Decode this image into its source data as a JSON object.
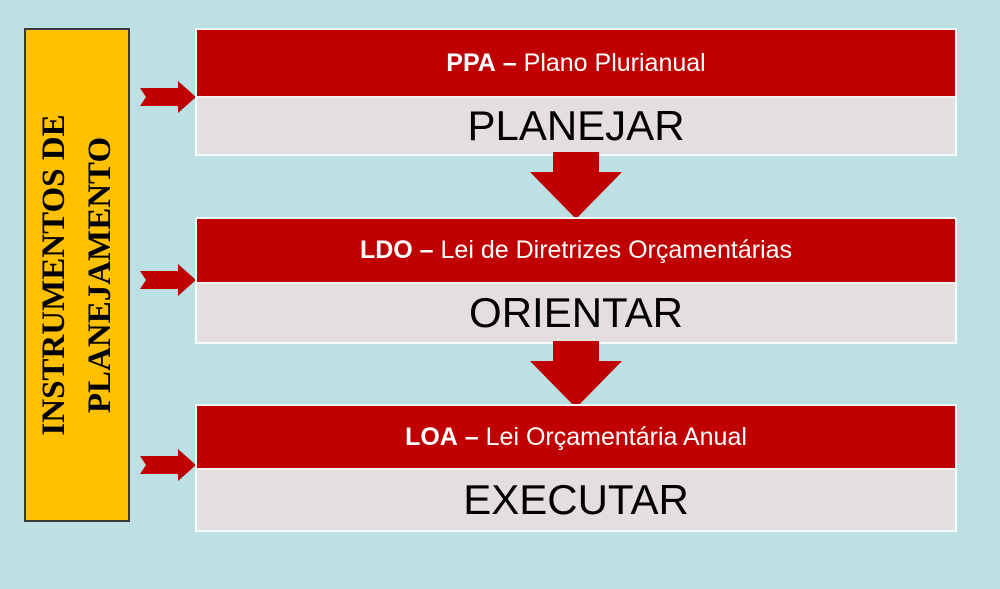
{
  "sidebar": {
    "line1": "INSTRUMENTOS DE",
    "line2": "PLANEJAMENTO"
  },
  "boxes": [
    {
      "abbr": "PPA",
      "separator": " – ",
      "title": "Plano Plurianual",
      "action": "PLANEJAR"
    },
    {
      "abbr": "LDO",
      "separator": " – ",
      "title": "Lei de Diretrizes Orçamentárias",
      "action": "ORIENTAR"
    },
    {
      "abbr": "LOA",
      "separator": " – ",
      "title": "Lei Orçamentária Anual",
      "action": "EXECUTAR"
    }
  ],
  "colors": {
    "background": "#BCE0E4",
    "header_red": "#C00000",
    "body_gray": "#E4DEDF",
    "sidebar_yellow": "#FFC000",
    "arrow_red": "#C00000"
  }
}
